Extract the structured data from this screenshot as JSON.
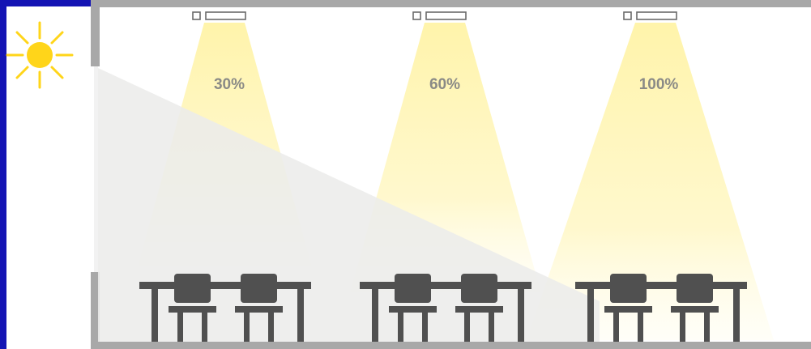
{
  "diagram": {
    "zones": [
      {
        "id": "zone-1",
        "dim_level": "30%"
      },
      {
        "id": "zone-2",
        "dim_level": "60%"
      },
      {
        "id": "zone-3",
        "dim_level": "100%"
      }
    ],
    "icons": {
      "sun": "sun-icon",
      "luminaire": "ceiling-light-icon",
      "desk": "desk-icon",
      "chair": "chair-icon"
    },
    "colors": {
      "background": "#1414b4",
      "room_wall": "#a8a8a8",
      "room_interior": "#ffffff",
      "daylight_wedge": "#ececea",
      "light_beam": "#fff3a6",
      "sun": "#ffd51a",
      "furniture": "#505050",
      "label": "#8a8a86"
    }
  }
}
